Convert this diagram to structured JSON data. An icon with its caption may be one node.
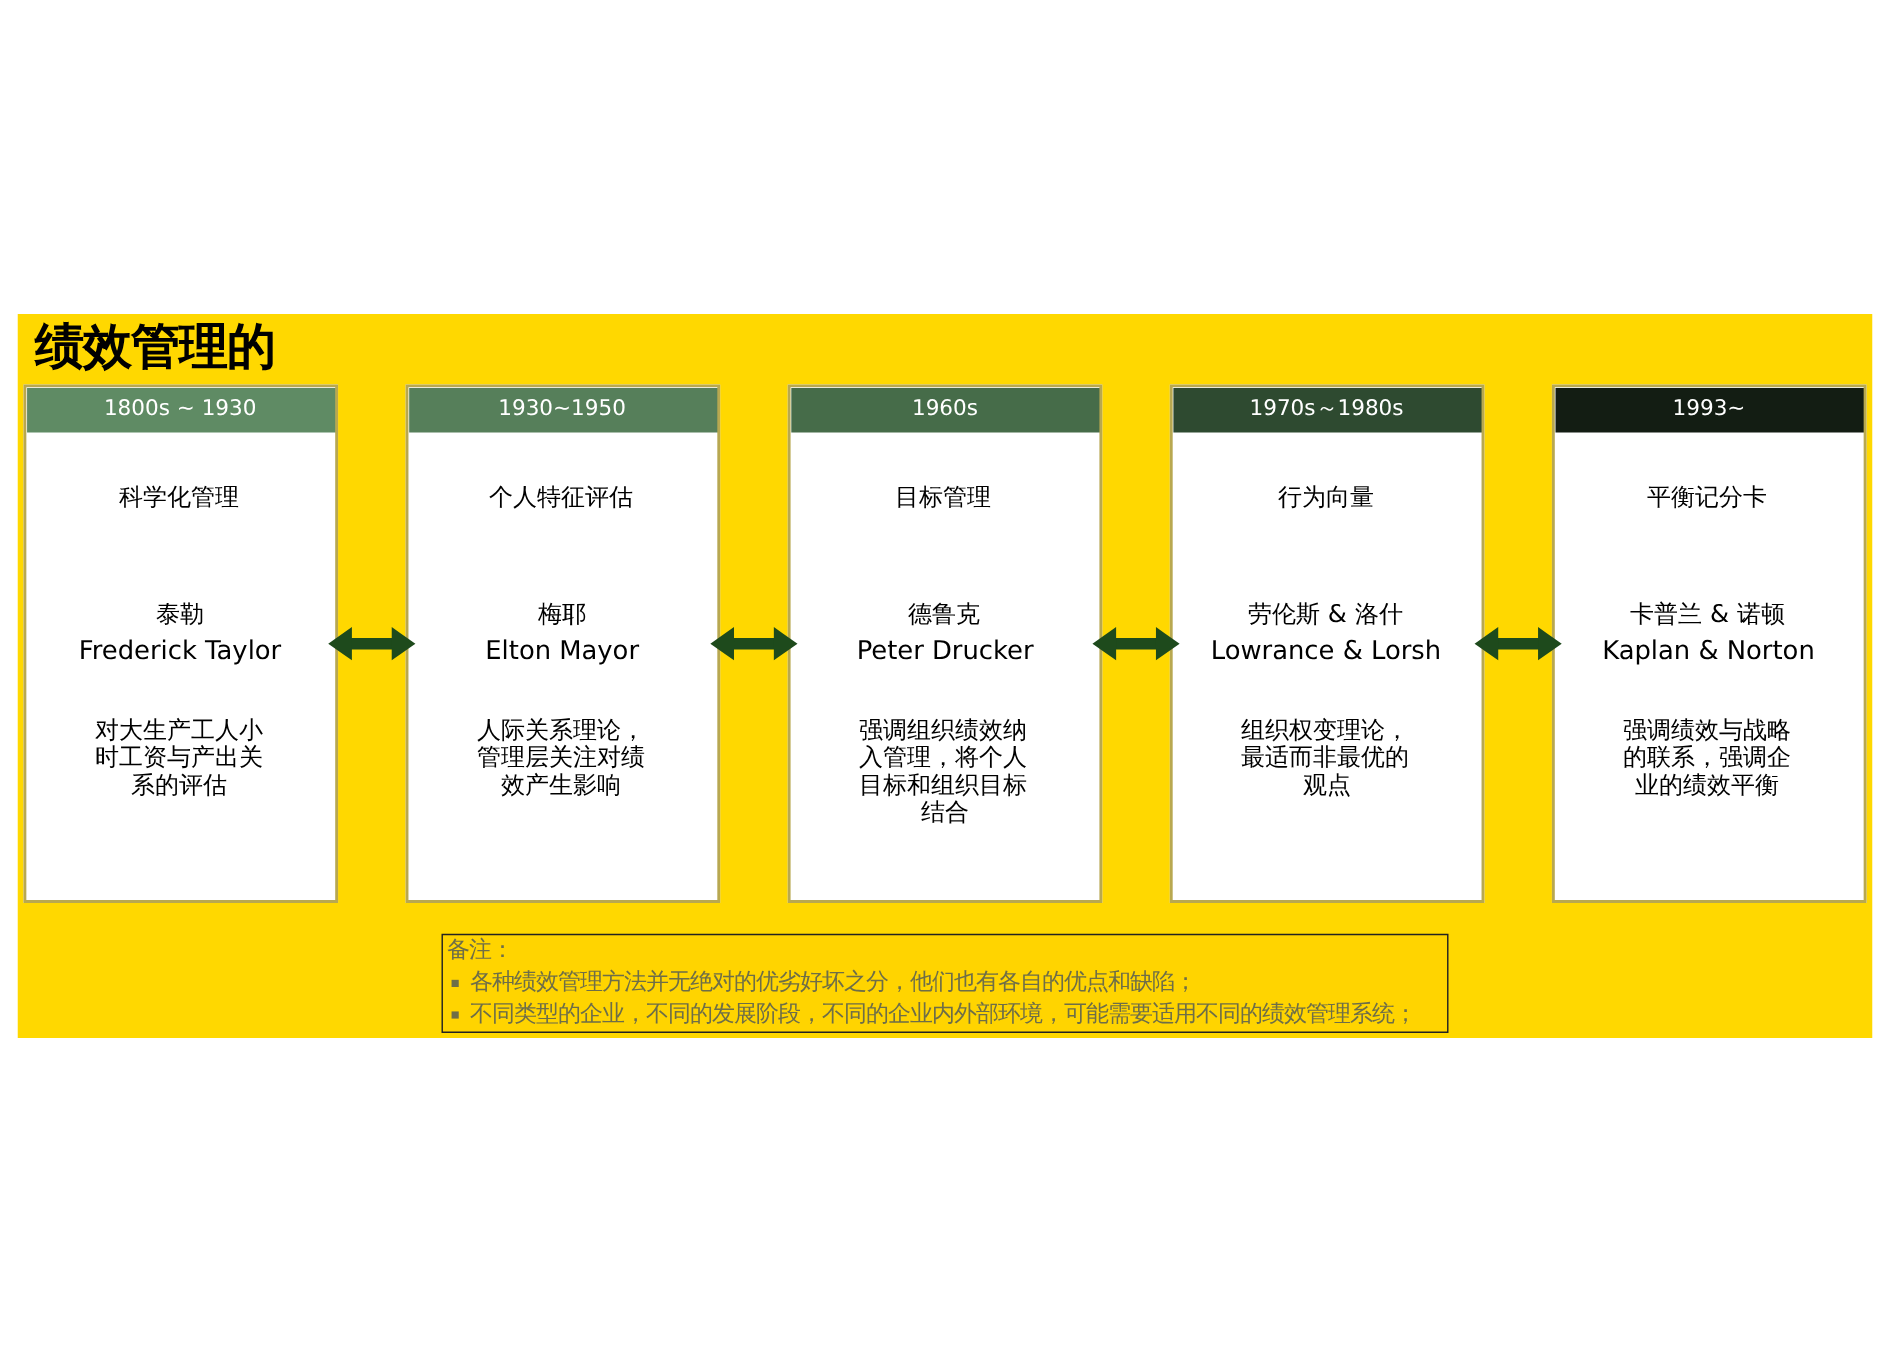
{
  "diagram": {
    "title": "绩效管理的",
    "nodes": [
      {
        "text": [
          "1800s ~ 1930",
          "科学化管理",
          "泰勒",
          "Frederick Taylor",
          "对大生产工人小时工资与产出关系的评估"
        ]
      },
      {
        "text": [
          "1930~1950",
          "个人特征评估",
          "梅耶",
          "Elton Mayor",
          "人际关系理论，管理层关注对绩效产生影响"
        ]
      },
      {
        "text": [
          "1960s",
          "目标管理",
          "德鲁克",
          "Peter Drucker",
          "强调组织绩效纳入管理，将个人目标和组织目标结合"
        ]
      },
      {
        "text": [
          "1970s～1980s",
          "行为向量",
          "劳伦斯 & 洛什",
          "Lowrance & Lorsh",
          "组织权变理论，最适而非最优的观点"
        ]
      },
      {
        "text": [
          "1993~",
          "平衡记分卡",
          "卡普兰 & 诺顿",
          "Kaplan & Norton",
          "强调绩效与战略的联系，强调企业的绩效平衡"
        ]
      },
      {
        "text": [
          "备注：",
          "各种绩效管理方法并无绝对的优劣好坏之分，他们也有各自的优点和缺陷；",
          "不同类型的企业，不同的发展阶段，不同的企业内外部环境，可能需要适用不同的绩效管理系统；"
        ]
      }
    ],
    "edges": [
      {
        "from": 0,
        "to": 1,
        "arrow": "both"
      },
      {
        "from": 1,
        "to": 2,
        "arrow": "both"
      },
      {
        "from": 2,
        "to": 3,
        "arrow": "both"
      },
      {
        "from": 3,
        "to": 4,
        "arrow": "both"
      }
    ]
  }
}
